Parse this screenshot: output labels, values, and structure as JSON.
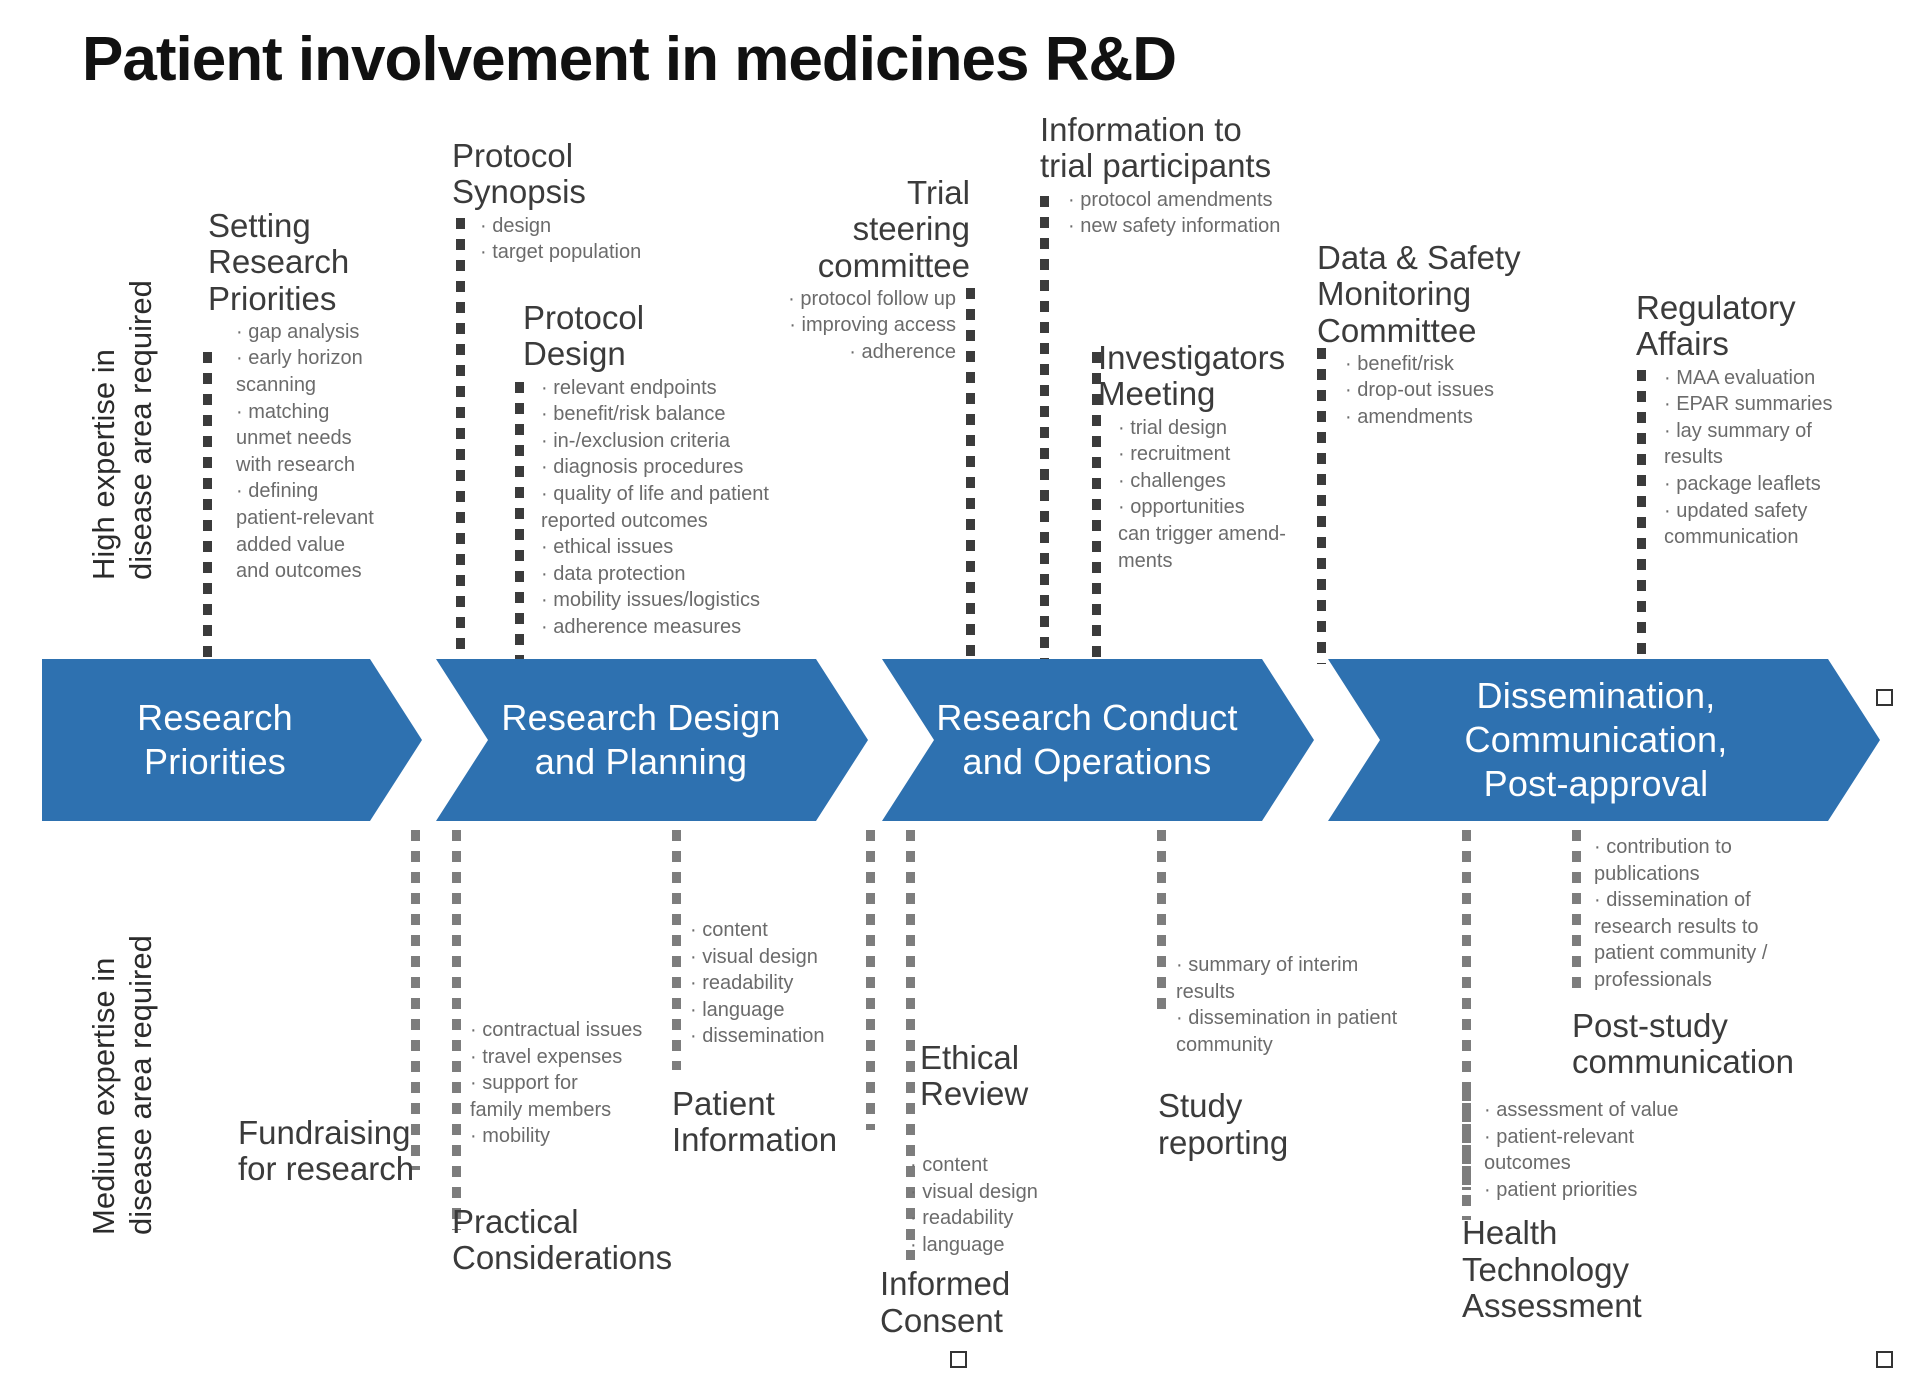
{
  "title": "Patient involvement in medicines R&D",
  "axis": {
    "top_label": "High expertise in\ndisease area required",
    "bottom_label": "Medium expertise in\ndisease area required"
  },
  "banner": {
    "stages": [
      {
        "label": "Research\nPriorities"
      },
      {
        "label": "Research Design\nand Planning"
      },
      {
        "label": "Research Conduct\nand Operations"
      },
      {
        "label": "Dissemination,\nCommunication,\nPost-approval"
      }
    ],
    "color": "#2e71b0"
  },
  "above": [
    {
      "heading": "Setting\nResearch\nPriorities",
      "bullets": "· gap analysis\n· early horizon\nscanning\n· matching\nunmet needs\nwith research\n· defining\npatient-relevant\nadded value\nand outcomes"
    },
    {
      "heading": "Protocol\nSynopsis",
      "bullets": "· design\n· target population"
    },
    {
      "heading": "Protocol\nDesign",
      "bullets": "· relevant endpoints\n· benefit/risk balance\n· in-/exclusion criteria\n· diagnosis procedures\n· quality of life and patient\nreported outcomes\n· ethical issues\n· data protection\n· mobility issues/logistics\n· adherence measures"
    },
    {
      "heading": "Trial\nsteering\ncommittee",
      "bullets": "· protocol follow up\n· improving access\n· adherence"
    },
    {
      "heading": "Information to\ntrial participants",
      "bullets": "· protocol amendments\n· new safety information"
    },
    {
      "heading": "Investigators\nMeeting",
      "bullets": "· trial design\n· recruitment\n· challenges\n· opportunities\ncan trigger amend-\nments"
    },
    {
      "heading": "Data & Safety\nMonitoring\nCommittee",
      "bullets": "· benefit/risk\n· drop-out issues\n· amendments"
    },
    {
      "heading": "Regulatory\nAffairs",
      "bullets": "· MAA evaluation\n· EPAR summaries\n· lay summary of\nresults\n· package leaflets\n· updated safety\ncommunication"
    }
  ],
  "below": [
    {
      "heading": "Fundraising\nfor research",
      "bullets": ""
    },
    {
      "heading": "Practical\nConsiderations",
      "bullets": "· contractual issues\n· travel expenses\n·  support for\nfamily members\n·  mobility"
    },
    {
      "heading": "Patient\nInformation",
      "bullets": "· content\n· visual design\n· readability\n· language\n· dissemination"
    },
    {
      "heading": "Ethical\nReview",
      "bullets": ""
    },
    {
      "heading": "Informed\nConsent",
      "bullets": "· content\n· visual design\n· readability\n· language"
    },
    {
      "heading": "Study\nreporting",
      "bullets": "· summary of interim\nresults\n· dissemination in patient\ncommunity"
    },
    {
      "heading": "Post-study\ncommunication",
      "bullets": "· contribution to\npublications\n· dissemination of\nresearch results to\npatient community /\nprofessionals"
    },
    {
      "heading": "Health\nTechnology\nAssessment",
      "bullets": "· assessment of value\n· patient-relevant\noutcomes\n· patient priorities"
    }
  ]
}
